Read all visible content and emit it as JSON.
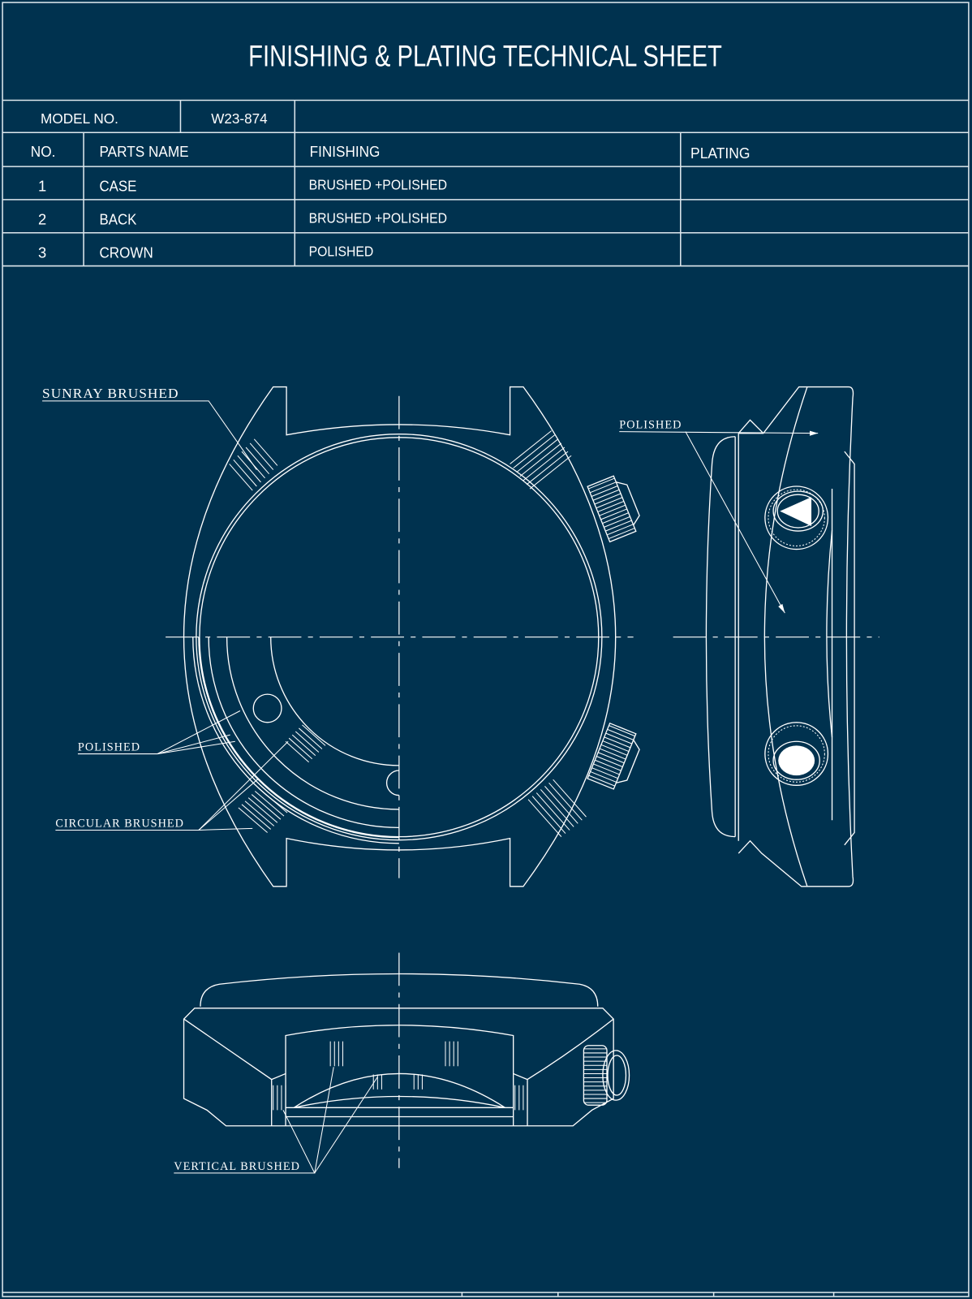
{
  "title": "FINISHING & PLATING TECHNICAL SHEET",
  "model": {
    "label": "MODEL NO.",
    "value": "W23-874"
  },
  "table": {
    "headers": [
      "NO.",
      "PARTS NAME",
      "FINISHING",
      "PLATING"
    ],
    "rows": [
      {
        "no": "1",
        "name": "CASE",
        "finishing": "BRUSHED +POLISHED",
        "plating": ""
      },
      {
        "no": "2",
        "name": "BACK",
        "finishing": "BRUSHED +POLISHED",
        "plating": ""
      },
      {
        "no": "3",
        "name": "CROWN",
        "finishing": "POLISHED",
        "plating": ""
      }
    ]
  },
  "annotations": {
    "sunray": "SUNRAY BRUSHED",
    "polished_front": "POLISHED",
    "circular": "CIRCULAR BRUSHED",
    "polished_side": "POLISHED",
    "vertical": "VERTICAL BRUSHED"
  },
  "colors": {
    "background": "#00324f",
    "line": "#ffffff"
  }
}
